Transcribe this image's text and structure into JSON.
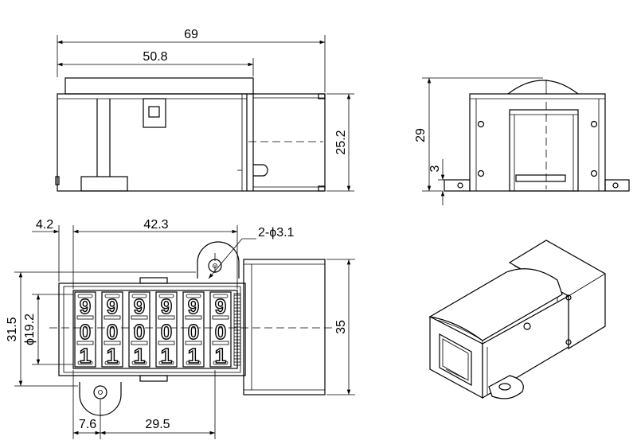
{
  "dimensions": {
    "total_length": "69",
    "body_length": "50.8",
    "side_height": "25.2",
    "end_height": "29",
    "flange_height": "3",
    "offset_left": "4.2",
    "hole_spacing": "42.3",
    "hole_callout": "2-ϕ3.1",
    "overall_height": "31.5",
    "wheel_diameter": "ϕ19.2",
    "depth": "35",
    "bottom_offset": "7.6",
    "bottom_spacing": "29.5"
  },
  "counter": {
    "wheel_digits": [
      {
        "top": "9",
        "middle": "0",
        "bottom": "1"
      },
      {
        "top": "9",
        "middle": "0",
        "bottom": "1"
      },
      {
        "top": "9",
        "middle": "0",
        "bottom": "1"
      },
      {
        "top": "9",
        "middle": "0",
        "bottom": "1"
      },
      {
        "top": "9",
        "middle": "0",
        "bottom": "1"
      },
      {
        "top": "9",
        "middle": "0",
        "bottom": "1"
      }
    ]
  }
}
